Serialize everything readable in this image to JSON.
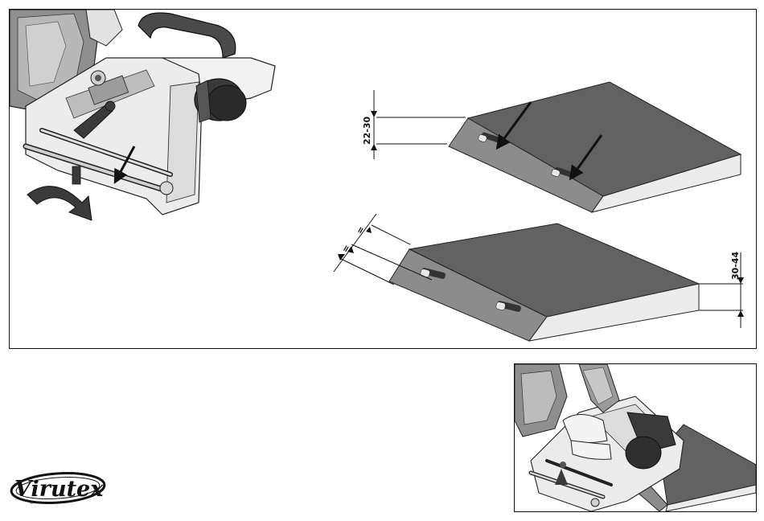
{
  "dimensions": {
    "top_range": "22-30",
    "bottom_range": "30-44",
    "equal_mark_1": "=",
    "equal_mark_2": "="
  },
  "brand": {
    "logo_text": "Virutex",
    "registered": "®"
  },
  "colors": {
    "board_top": "#626262",
    "board_edge": "#8c8c8c",
    "board_side": "#ececec",
    "machine_dark": "#3a3a3a",
    "machine_mid": "#9a9a9a",
    "machine_light": "#e6e6e6"
  }
}
